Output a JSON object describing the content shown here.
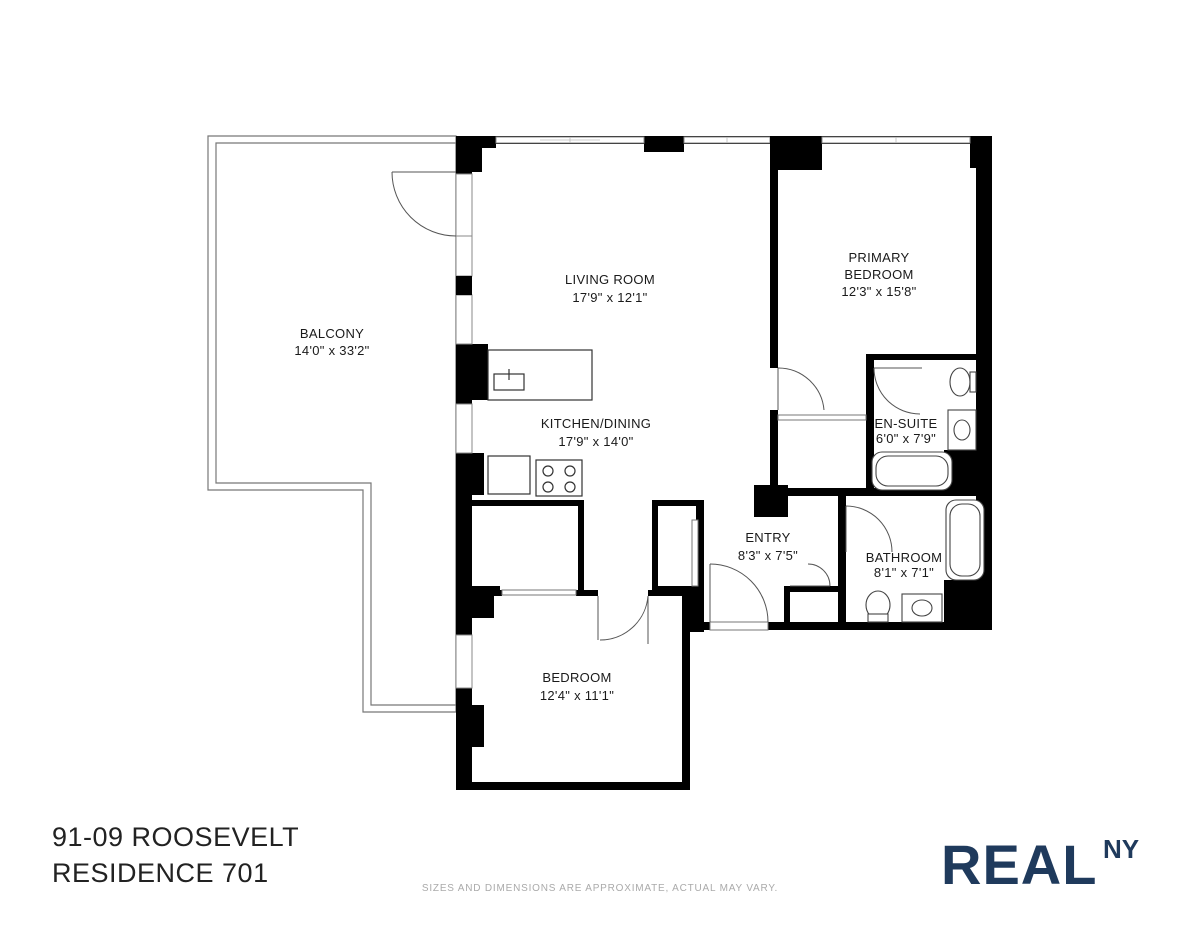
{
  "property": {
    "address_line1": "91-09 ROOSEVELT",
    "address_line2": "RESIDENCE 701",
    "disclaimer": "SIZES AND DIMENSIONS ARE APPROXIMATE, ACTUAL MAY VARY."
  },
  "brand": {
    "logo_main": "REAL",
    "logo_super": "NY",
    "color": "#1f3a5c"
  },
  "rooms": {
    "balcony": {
      "name": "BALCONY",
      "dims": "14'0\" x 33'2\""
    },
    "living_room": {
      "name": "LIVING ROOM",
      "dims": "17'9\" x 12'1\""
    },
    "primary_bedroom": {
      "name_line1": "PRIMARY",
      "name_line2": "BEDROOM",
      "dims": "12'3\" x 15'8\""
    },
    "kitchen_dining": {
      "name": "KITCHEN/DINING",
      "dims": "17'9\" x 14'0\""
    },
    "en_suite": {
      "name": "EN-SUITE",
      "dims": "6'0\" x 7'9\""
    },
    "entry": {
      "name": "ENTRY",
      "dims": "8'3\" x 7'5\""
    },
    "bathroom": {
      "name": "BATHROOM",
      "dims": "8'1\" x 7'1\""
    },
    "bedroom": {
      "name": "BEDROOM",
      "dims": "12'4\" x 11'1\""
    }
  },
  "colors": {
    "wall": "#000000",
    "outline": "#777777"
  }
}
